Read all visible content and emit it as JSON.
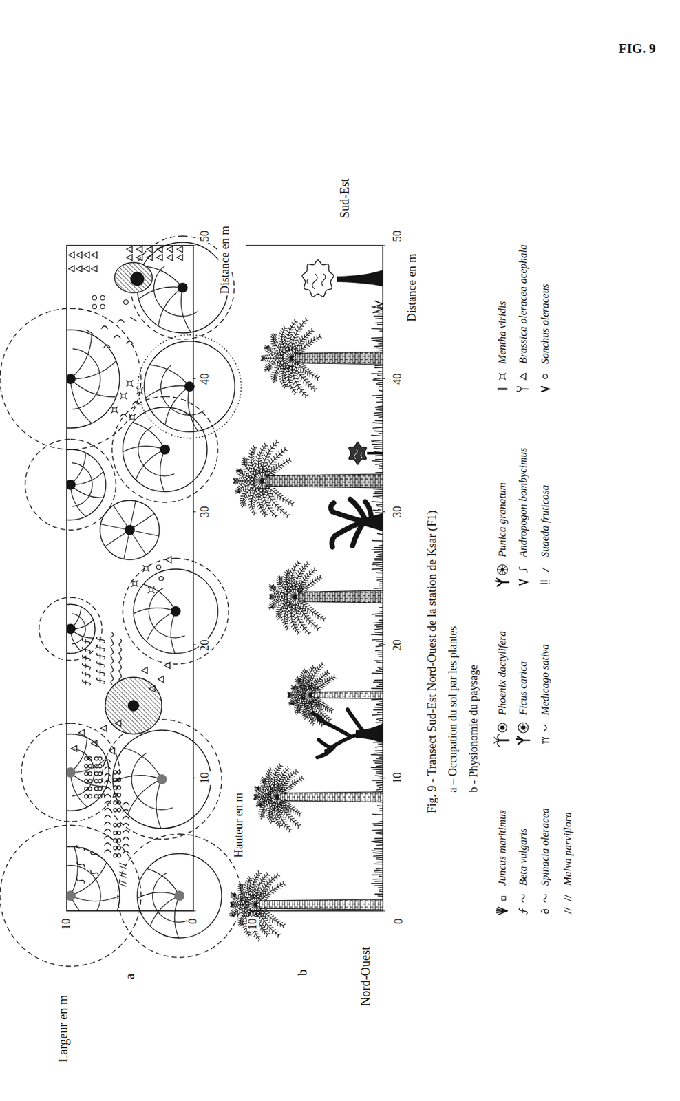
{
  "diagram": {
    "title": "FIG. 9",
    "caption": "Fig. 9 - Transect Sud-Est Nord-Ouest de la station de Ksar (F1)",
    "labels": [
      "Largeur en m",
      "a",
      "10",
      "0",
      "10",
      "20",
      "30",
      "40",
      "50",
      "Distance en m",
      "Hauteur en m",
      "b",
      "10",
      "0",
      "10",
      "20",
      "30",
      "40",
      "50",
      "Distance en m",
      "Nord-Ouest",
      "Sud-Est",
      "a – Occupation du sol par les plantes",
      "b - Physionomie du paysage"
    ],
    "legend": [
      {
        "text": "Juncus maritimus"
      },
      {
        "text": "Phoenix dactylifera"
      },
      {
        "text": "Punica granatum"
      },
      {
        "text": "Mentha viridis"
      },
      {
        "text": "Beta vulgaris"
      },
      {
        "text": "Ficus carica"
      },
      {
        "text": "Andropogon bombycimus"
      },
      {
        "text": "Brassica oleracea acephala"
      },
      {
        "text": "Spinacia oleracea"
      },
      {
        "text": "Medicago sativa"
      },
      {
        "text": "Suaeda fruticosa"
      },
      {
        "text": "Sonchus oleraceus"
      },
      {
        "text": "Malva parviflora"
      }
    ]
  }
}
